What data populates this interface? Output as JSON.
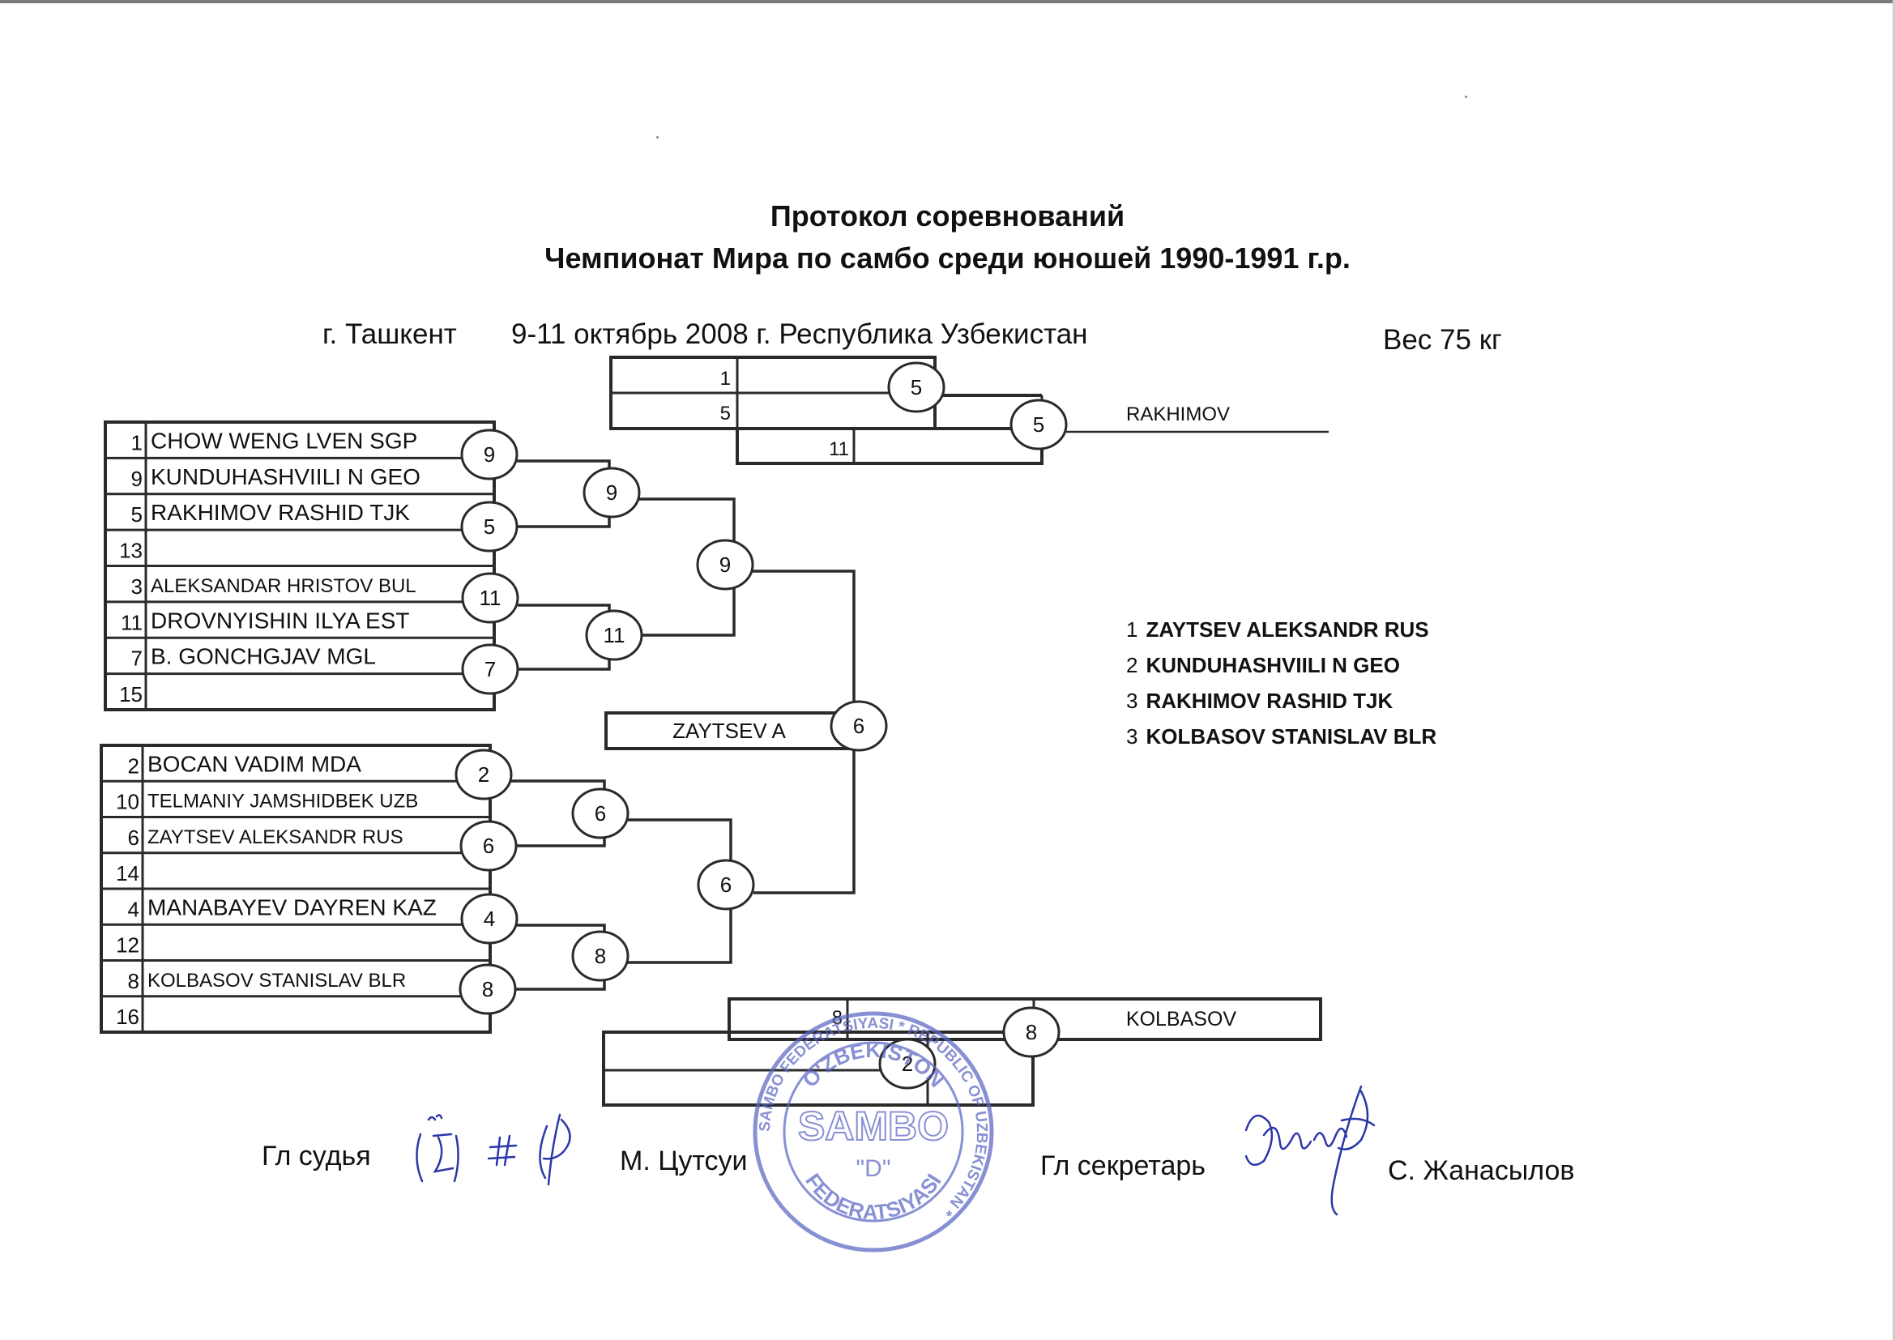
{
  "title": "Протокол соревнований",
  "subtitle": "Чемпионат Мира по самбо среди юношей 1990-1991 г.р.",
  "city": "г. Ташкент",
  "dates_and_country": "9-11 октябрь 2008 г.  Республика Узбекистан",
  "weight": "Вес 75 кг",
  "rows": [
    {
      "num": "1",
      "name": "CHOW WENG LVEN SGP"
    },
    {
      "num": "9",
      "name": "KUNDUHASHVIILI N GEO"
    },
    {
      "num": "5",
      "name": "RAKHIMOV RASHID TJK"
    },
    {
      "num": "13",
      "name": ""
    },
    {
      "num": "3",
      "name": "ALEKSANDAR HRISTOV BUL"
    },
    {
      "num": "11",
      "name": "DROVNYISHIN ILYA EST"
    },
    {
      "num": "7",
      "name": "B. GONCHGJAV MGL"
    },
    {
      "num": "15",
      "name": ""
    },
    {
      "num": "2",
      "name": "BOCAN VADIM MDA"
    },
    {
      "num": "10",
      "name": "TELMANIY JAMSHIDBEK UZB"
    },
    {
      "num": "6",
      "name": "ZAYTSEV ALEKSANDR RUS"
    },
    {
      "num": "14",
      "name": ""
    },
    {
      "num": "4",
      "name": "MANABAYEV DAYREN KAZ"
    },
    {
      "num": "12",
      "name": ""
    },
    {
      "num": "8",
      "name": "KOLBASOV STANISLAV BLR"
    },
    {
      "num": "16",
      "name": ""
    }
  ],
  "circles": {
    "r1": [
      "9",
      "5",
      "11",
      "7",
      "2",
      "6",
      "4",
      "8"
    ],
    "r2": [
      "9",
      "11",
      "6",
      "8"
    ],
    "r3": [
      "9",
      "6"
    ],
    "final": "6",
    "top_rep": [
      "5",
      "5"
    ],
    "bottom_rep": [
      "8",
      "2"
    ]
  },
  "repechage_top": {
    "rows": [
      "1",
      "5",
      "11"
    ],
    "winner": "RAKHIMOV"
  },
  "repechage_bottom": {
    "rows": [
      "8"
    ],
    "winner": "KOLBASOV"
  },
  "final_winner": "ZAYTSEV A",
  "places": [
    {
      "pos": "1",
      "name": "ZAYTSEV ALEKSANDR RUS"
    },
    {
      "pos": "2",
      "name": "KUNDUHASHVIILI N GEO"
    },
    {
      "pos": "3",
      "name": "RAKHIMOV RASHID TJK"
    },
    {
      "pos": "3",
      "name": "KOLBASOV STANISLAV BLR"
    }
  ],
  "judge_label": "Гл судья",
  "judge_name": "М. Цутсуи",
  "secretary_label": "Гл секретарь",
  "secretary_name": "С. Жанасылов",
  "seal": {
    "outer_text": "SAMBO FEDERATSIYASI * REPUBLIC OF UZBEKISTAN *",
    "top_text": "O'ZBEKISTON",
    "center_line1": "SAMBO",
    "center_line2": "\"D\"",
    "bottom_text": "FEDERATSIYASI",
    "color": "#5b66c4"
  }
}
